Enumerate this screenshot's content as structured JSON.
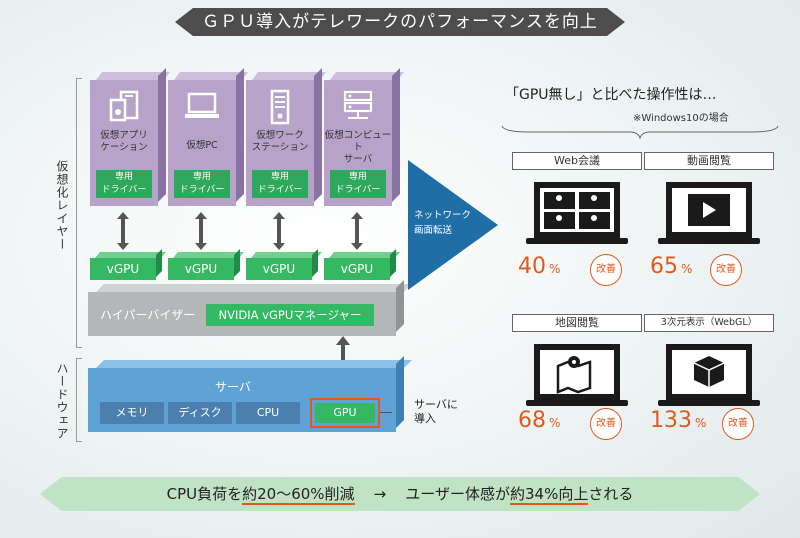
{
  "title": "ＧＰＵ導入がテレワークのパフォーマンスを向上",
  "left_labels": {
    "virtual": "仮想化レイヤー",
    "hardware": "ハードウェア"
  },
  "vms": [
    {
      "name1": "仮想アプリ",
      "name2": "ケーション",
      "icon": "app-icon",
      "driver1": "専用",
      "driver2": "ドライバー"
    },
    {
      "name1": "仮想PC",
      "name2": "",
      "icon": "laptop-icon",
      "driver1": "専用",
      "driver2": "ドライバー"
    },
    {
      "name1": "仮想ワーク",
      "name2": "ステーション",
      "icon": "tower-icon",
      "driver1": "専用",
      "driver2": "ドライバー"
    },
    {
      "name1": "仮想コンピュート",
      "name2": "サーバ",
      "icon": "server-icon",
      "driver1": "専用",
      "driver2": "ドライバー"
    }
  ],
  "vgpu_label": "vGPU",
  "hypervisor": {
    "label": "ハイパーバイザー",
    "manager": "NVIDIA vGPUマネージャー"
  },
  "server": {
    "label": "サーバ",
    "items": [
      "メモリ",
      "ディスク",
      "CPU"
    ],
    "gpu": "GPU",
    "note1": "サーバに",
    "note2": "導入"
  },
  "network": {
    "line1": "ネットワーク",
    "line2": "画面転送"
  },
  "comparison": {
    "heading": "「GPU無し」と比べた操作性は…",
    "note": "※Windows10の場合"
  },
  "cards": [
    {
      "label": "Web会議",
      "value": "40",
      "unit": "%",
      "badge": "改善",
      "icon": "video-conference-icon"
    },
    {
      "label": "動画閲覧",
      "value": "65",
      "unit": "%",
      "badge": "改善",
      "icon": "video-play-icon"
    },
    {
      "label": "地図閲覧",
      "value": "68",
      "unit": "%",
      "badge": "改善",
      "icon": "map-icon"
    },
    {
      "label": "3次元表示（WebGL）",
      "value": "133",
      "unit": "%",
      "badge": "改善",
      "icon": "cube-icon"
    }
  ],
  "bottom": {
    "part1": "CPU負荷を",
    "hl1": "約20～60%削減",
    "arrow": "→",
    "part2": "ユーザー体感が",
    "hl2": "約34%向上",
    "part3": "される"
  },
  "colors": {
    "accent": "#e05a1e",
    "green": "#35b864",
    "purple": "#b7a2c9",
    "blue": "#5fa2d6",
    "network": "#1f6ea6"
  }
}
